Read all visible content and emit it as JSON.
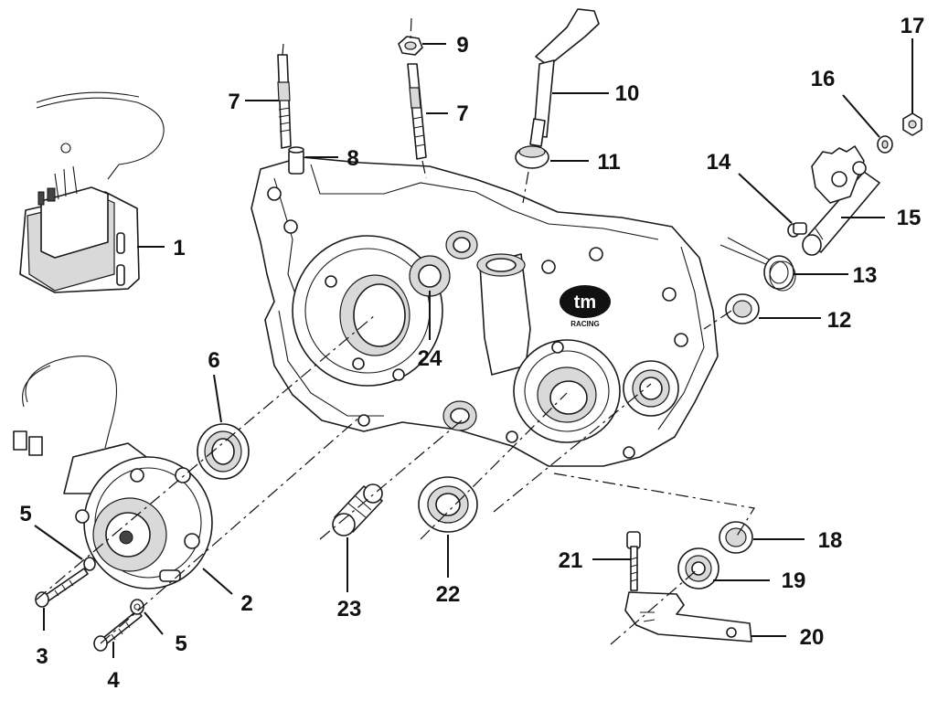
{
  "logo": {
    "mark": "tm",
    "sub": "RACING"
  },
  "callouts": [
    {
      "id": "c1",
      "text": "1"
    },
    {
      "id": "c2",
      "text": "2"
    },
    {
      "id": "c3",
      "text": "3"
    },
    {
      "id": "c4",
      "text": "4"
    },
    {
      "id": "c5a",
      "text": "5"
    },
    {
      "id": "c5b",
      "text": "5"
    },
    {
      "id": "c6",
      "text": "6"
    },
    {
      "id": "c7a",
      "text": "7"
    },
    {
      "id": "c7b",
      "text": "7"
    },
    {
      "id": "c8",
      "text": "8"
    },
    {
      "id": "c9",
      "text": "9"
    },
    {
      "id": "c10",
      "text": "10"
    },
    {
      "id": "c11",
      "text": "11"
    },
    {
      "id": "c12",
      "text": "12"
    },
    {
      "id": "c13",
      "text": "13"
    },
    {
      "id": "c14",
      "text": "14"
    },
    {
      "id": "c15",
      "text": "15"
    },
    {
      "id": "c16",
      "text": "16"
    },
    {
      "id": "c17",
      "text": "17"
    },
    {
      "id": "c18",
      "text": "18"
    },
    {
      "id": "c19",
      "text": "19"
    },
    {
      "id": "c20",
      "text": "20"
    },
    {
      "id": "c21",
      "text": "21"
    },
    {
      "id": "c22",
      "text": "22"
    },
    {
      "id": "c23",
      "text": "23"
    },
    {
      "id": "c24",
      "text": "24"
    }
  ]
}
